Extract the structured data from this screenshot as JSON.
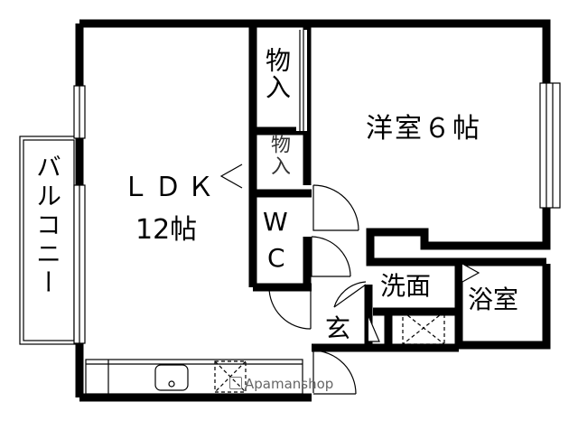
{
  "rooms": {
    "ldk_name": "ＬＤＫ",
    "ldk_size": "12帖",
    "western_room": "洋室６帖",
    "storage_top": "物入",
    "storage_mid": "物入",
    "wc_w": "W",
    "wc_c": "C",
    "washroom": "洗面",
    "bathroom": "浴室",
    "entrance": "玄",
    "balcony": "バルコニー"
  },
  "watermark": {
    "text": "Apamanshop"
  }
}
